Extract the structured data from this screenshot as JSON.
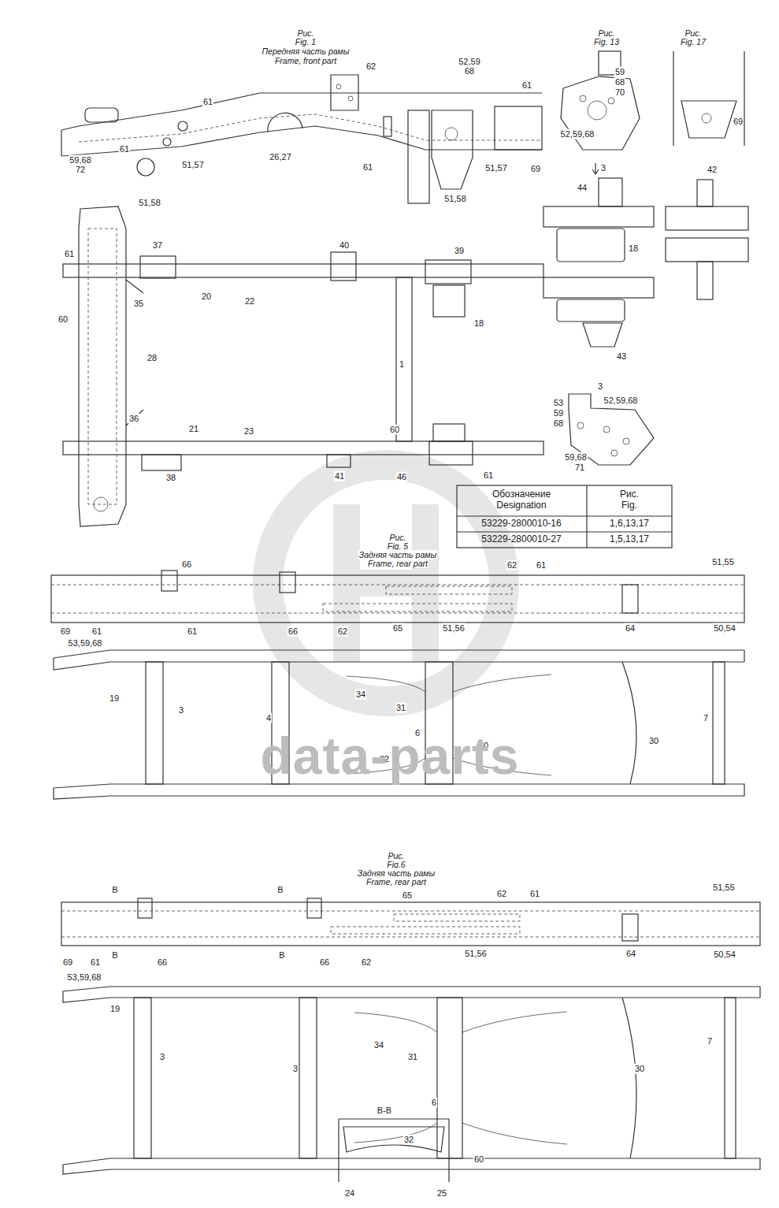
{
  "diagram": {
    "labels": [
      "Рис.",
      "Fig. 1",
      "Передняя часть рамы",
      "Frame, front part",
      "Рис.",
      "Fig. 13",
      "Рис.",
      "Fig. 17",
      "52,59",
      "68",
      "62",
      "61",
      "61",
      "61",
      "26,27",
      "59,68",
      "72",
      "61",
      "51,57",
      "51,57",
      "69",
      "51,58",
      "51,58",
      "59",
      "68",
      "70",
      "52,59,68",
      "69",
      "42",
      "3",
      "44",
      "18",
      "43",
      "37",
      "40",
      "39",
      "61",
      "35",
      "20",
      "22",
      "18",
      "60",
      "28",
      "1",
      "3",
      "53",
      "52,59,68",
      "59",
      "68",
      "59,68",
      "71",
      "36",
      "21",
      "23",
      "60",
      "38",
      "41",
      "46",
      "61",
      "Обозначение Designation",
      "Рис. Fig.",
      "53229-2800010-16",
      "1,6,13,17",
      "53229-2800010-27",
      "1,5,13,17",
      "Рис.",
      "Fig. 5",
      "Задняя часть рамы",
      "Frame, rear part",
      "66",
      "62",
      "61",
      "51,55",
      "69",
      "61",
      "61",
      "66",
      "62",
      "65",
      "51,56",
      "64",
      "50,54",
      "53,59,68",
      "19",
      "3",
      "4",
      "34",
      "31",
      "30",
      "7",
      "6",
      "32",
      "60",
      "data-parts",
      "Рис.",
      "Fig.6",
      "Задняя часть рамы",
      "Frame, rear part",
      "B",
      "B",
      "65",
      "62",
      "61",
      "51,55",
      "B",
      "B",
      "69",
      "61",
      "66",
      "66",
      "62",
      "51,56",
      "64",
      "50,54",
      "53,59,68",
      "19",
      "3",
      "3",
      "34",
      "31",
      "30",
      "7",
      "6",
      "B-B",
      "32",
      "60",
      "24",
      "25"
    ]
  }
}
